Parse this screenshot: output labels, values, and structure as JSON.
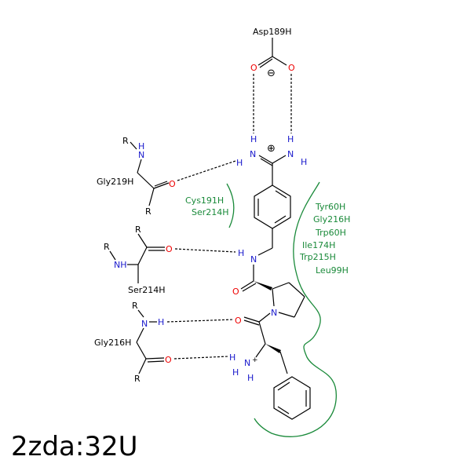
{
  "title": "2zda:32U",
  "residues": {
    "asp189": "Asp189H",
    "gly219": "Gly219H",
    "ser214_left": "Ser214H",
    "gly216_left": "Gly216H",
    "cys191": "Cys191H",
    "ser214_green": "Ser214H"
  },
  "hydrophobic": [
    "Tyr60H",
    "Gly216H",
    "Trp60H",
    "Ile174H",
    "Trp215H",
    "Leu99H"
  ],
  "atoms": {
    "O": "O",
    "N": "N",
    "H": "H",
    "R": "R",
    "NH": "NH",
    "minus": "⊖",
    "plus": "⊕",
    "nplus": "+"
  },
  "colors": {
    "nitrogen": "#1a1acc",
    "oxygen": "#ee0000",
    "hydrophobic": "#1a8a3a"
  }
}
